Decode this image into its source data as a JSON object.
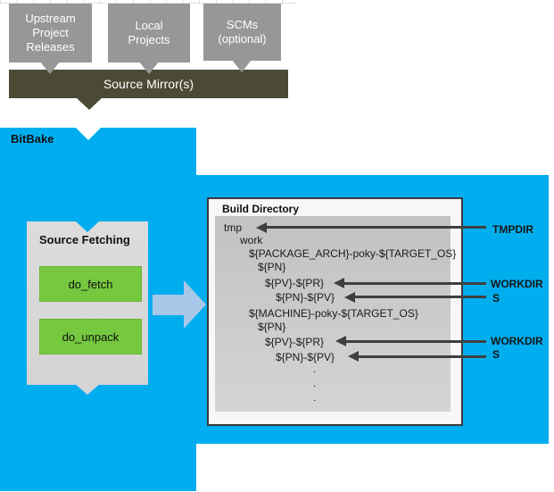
{
  "colors": {
    "bitbake_blue": "#00AEEF",
    "top_box_gray": "#979797",
    "mirror_olive": "#4B4A35",
    "fetch_gray": "#D9D9D9",
    "task_green": "#76C83F",
    "flow_arrow_blue": "#A9C7E8",
    "annotation_arrow_gray": "#3F3F3F",
    "build_inner_gray": "#C9C9C9"
  },
  "top_flow": {
    "boxes": [
      {
        "label": "Upstream\nProject\nReleases"
      },
      {
        "label": "Local\nProjects"
      },
      {
        "label": "SCMs\n(optional)"
      }
    ],
    "mirror_label": "Source Mirror(s)"
  },
  "bitbake": {
    "label": "BitBake"
  },
  "source_fetching": {
    "title": "Source Fetching",
    "tasks": [
      {
        "label": "do_fetch"
      },
      {
        "label": "do_unpack"
      }
    ]
  },
  "build_directory": {
    "title": "Build Directory",
    "tree": [
      {
        "text": "tmp"
      },
      {
        "text": "work"
      },
      {
        "text": "${PACKAGE_ARCH}-poky-${TARGET_OS}"
      },
      {
        "text": "${PN}"
      },
      {
        "text": "${PV}-${PR}"
      },
      {
        "text": "${PN}-${PV}"
      },
      {
        "text": "${MACHINE}-poky-${TARGET_OS}"
      },
      {
        "text": "${PN}"
      },
      {
        "text": "${PV}-${PR}"
      },
      {
        "text": "${PN}-${PV}"
      },
      {
        "text": "."
      },
      {
        "text": "."
      },
      {
        "text": "."
      }
    ]
  },
  "annotations": [
    {
      "label": "TMPDIR"
    },
    {
      "label": "WORKDIR"
    },
    {
      "label": "S"
    },
    {
      "label": "WORKDIR"
    },
    {
      "label": "S"
    }
  ]
}
